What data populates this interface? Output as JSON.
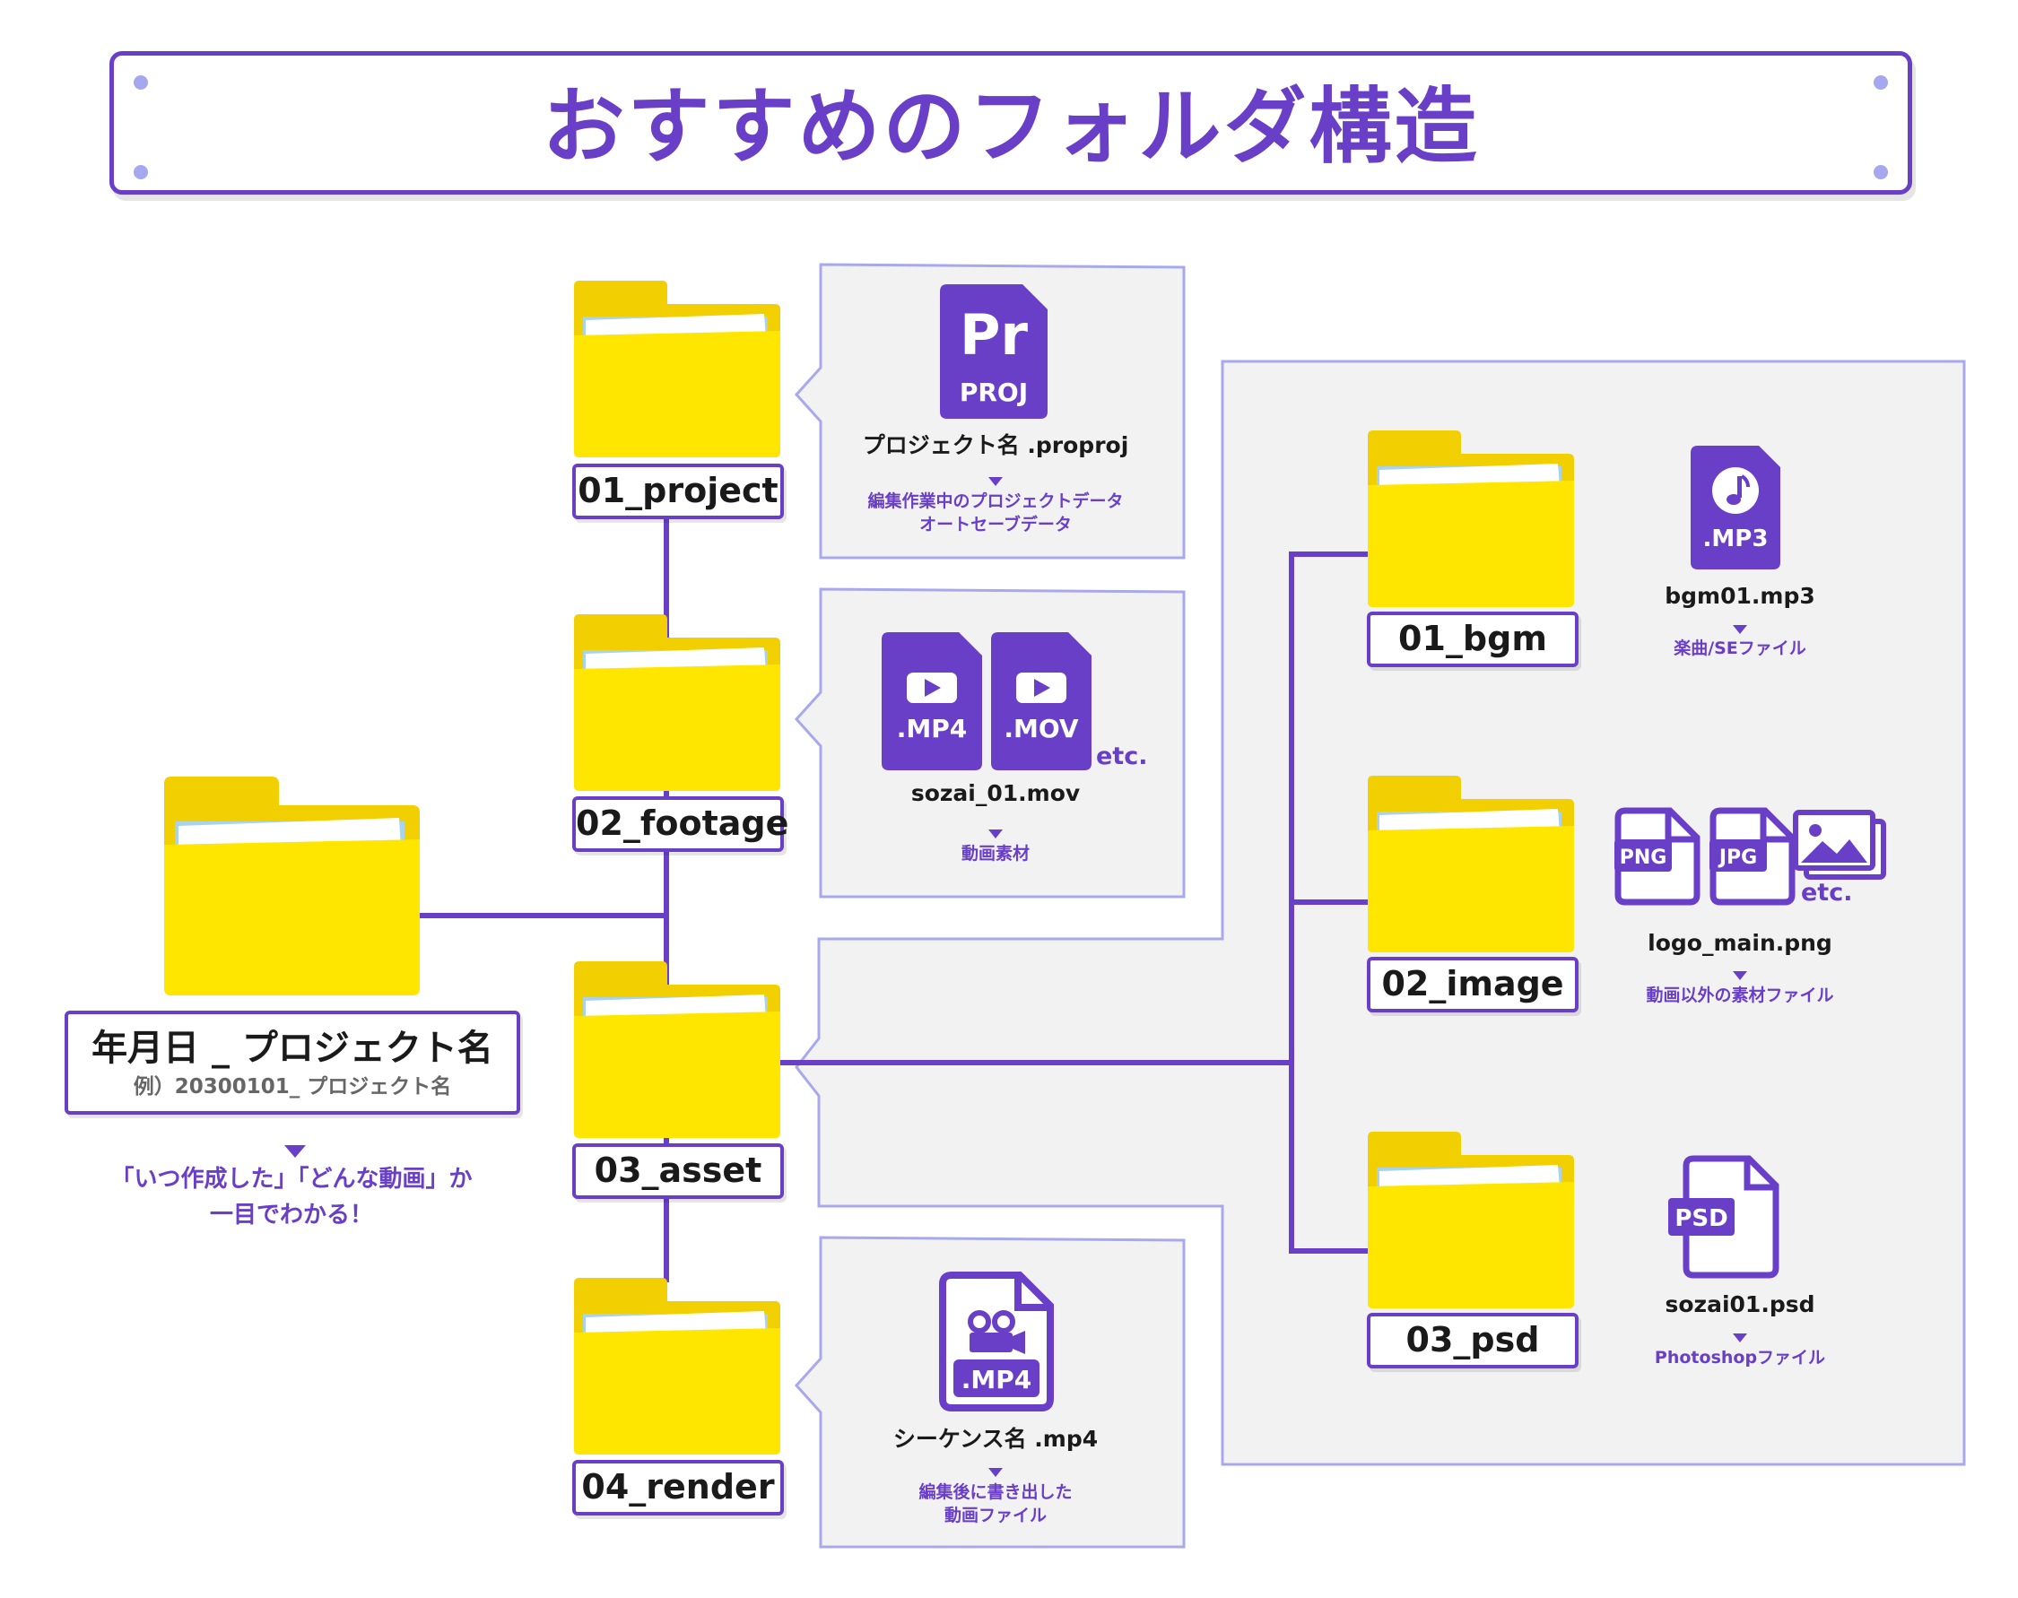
{
  "title": "おすすめのフォルダ構造",
  "colors": {
    "accent": "#6a3fc8",
    "folder": "#ffe600",
    "folder_tab": "#f4d200",
    "panel": "#f2f2f3",
    "panel_border": "#a8a8ec"
  },
  "root": {
    "name": "年月日 _ プロジェクト名",
    "example": "例）20300101_ プロジェクト名",
    "note_line1": "「いつ作成した」「どんな動画」か",
    "note_line2": "一目でわかる！"
  },
  "folders": {
    "project": {
      "label": "01_project",
      "icon": "premiere-project-file-icon",
      "badge_main": "Pr",
      "badge_sub": "PROJ",
      "file": "プロジェクト名 .proproj",
      "desc1": "編集作業中のプロジェクトデータ",
      "desc2": "オートセーブデータ"
    },
    "footage": {
      "label": "02_footage",
      "icon": "video-file-icon",
      "badge1": ".MP4",
      "badge2": ".MOV",
      "etc": "etc.",
      "file": "sozai_01.mov",
      "desc1": "動画素材"
    },
    "asset": {
      "label": "03_asset"
    },
    "render": {
      "label": "04_render",
      "icon": "video-camera-file-icon",
      "badge": ".MP4",
      "file": "シーケンス名 .mp4",
      "desc1": "編集後に書き出した",
      "desc2": "動画ファイル"
    }
  },
  "asset_sub": {
    "bgm": {
      "label": "01_bgm",
      "icon": "music-file-icon",
      "badge": ".MP3",
      "file": "bgm01.mp3",
      "desc1": "楽曲/SEファイル"
    },
    "image": {
      "label": "02_image",
      "icon": "image-file-icon",
      "badge1": "PNG",
      "badge2": "JPG",
      "etc": "etc.",
      "file": "logo_main.png",
      "desc1": "動画以外の素材ファイル"
    },
    "psd": {
      "label": "03_psd",
      "icon": "psd-file-icon",
      "badge": "PSD",
      "file": "sozai01.psd",
      "desc1": "Photoshopファイル"
    }
  }
}
